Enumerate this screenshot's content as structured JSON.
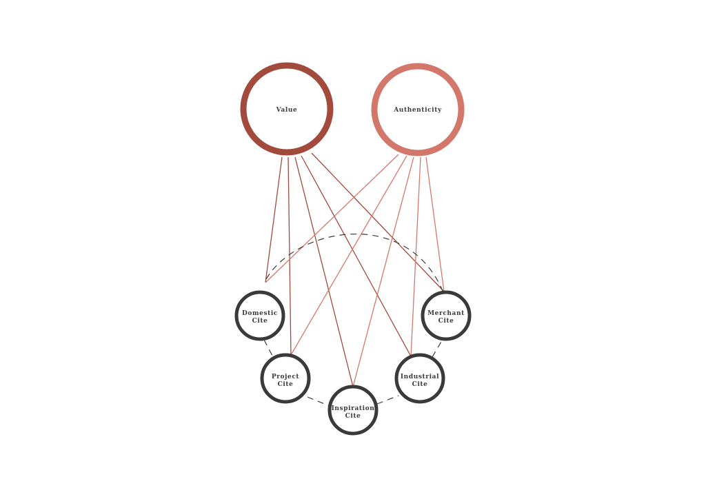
{
  "colors": {
    "value": "#a24a3c",
    "authenticity": "#d4776b",
    "cite": "#3a3a3a",
    "background": "#ffffff"
  },
  "nodes": {
    "value": {
      "label": "Value"
    },
    "authenticity": {
      "label": "Authenticity"
    },
    "domestic": {
      "line1": "Domestic",
      "line2": "Cite"
    },
    "project": {
      "line1": "Project",
      "line2": "Cite"
    },
    "inspiration": {
      "line1": "Inspiration",
      "line2": "Cite"
    },
    "industrial": {
      "line1": "Industrial",
      "line2": "Cite"
    },
    "merchant": {
      "line1": "Merchant",
      "line2": "Cite"
    }
  },
  "edges": {
    "value": [
      "domestic",
      "project",
      "inspiration",
      "industrial",
      "merchant"
    ],
    "authenticity": [
      "domestic",
      "project",
      "inspiration",
      "industrial",
      "merchant"
    ]
  }
}
